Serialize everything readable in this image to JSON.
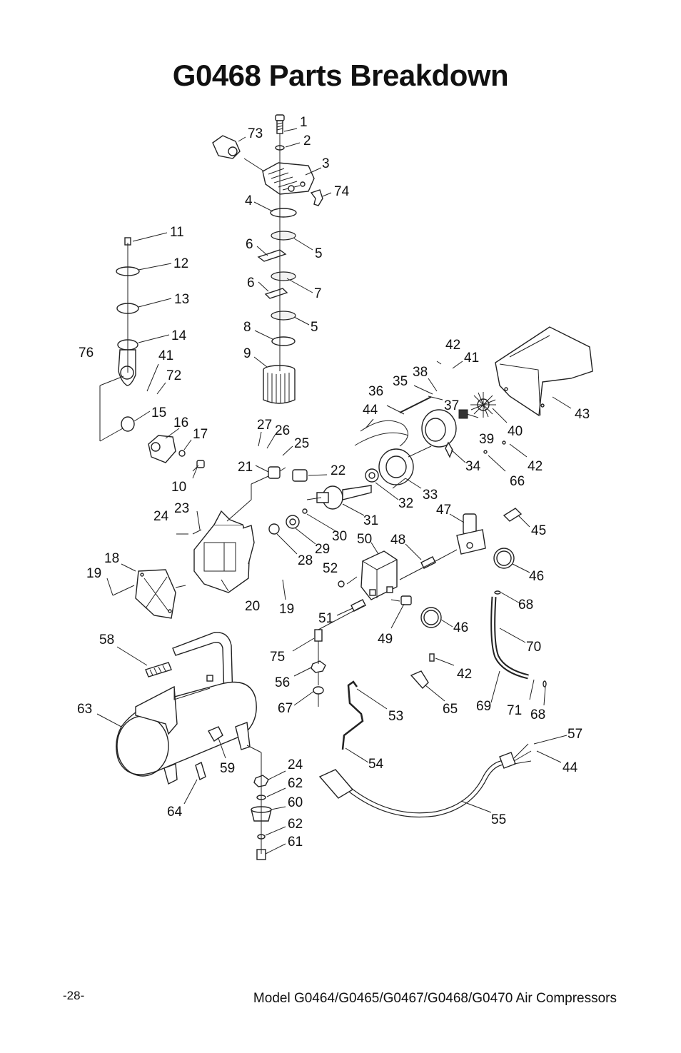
{
  "title": "G0468 Parts Breakdown",
  "page_number": "-28-",
  "footer_model": "Model G0464/G0465/G0467/G0468/G0470 Air Compressors",
  "part_labels": {
    "p1": "1",
    "p2": "2",
    "p3": "3",
    "p4": "4",
    "p5a": "5",
    "p5b": "5",
    "p6a": "6",
    "p6b": "6",
    "p7": "7",
    "p8": "8",
    "p9": "9",
    "p10": "10",
    "p11": "11",
    "p12": "12",
    "p13": "13",
    "p14": "14",
    "p15": "15",
    "p16": "16",
    "p17": "17",
    "p18": "18",
    "p19a": "19",
    "p19b": "19",
    "p20": "20",
    "p21": "21",
    "p22": "22",
    "p23": "23",
    "p24a": "24",
    "p24b": "24",
    "p25": "25",
    "p26": "26",
    "p27": "27",
    "p28": "28",
    "p29": "29",
    "p30": "30",
    "p31": "31",
    "p32": "32",
    "p33": "33",
    "p34": "34",
    "p35": "35",
    "p36": "36",
    "p37": "37",
    "p38": "38",
    "p39": "39",
    "p40": "40",
    "p41a": "41",
    "p41b": "41",
    "p42a": "42",
    "p42b": "42",
    "p42c": "42",
    "p43": "43",
    "p44a": "44",
    "p44b": "44",
    "p45": "45",
    "p46a": "46",
    "p46b": "46",
    "p47": "47",
    "p48": "48",
    "p49": "49",
    "p50": "50",
    "p51": "51",
    "p52": "52",
    "p53": "53",
    "p54": "54",
    "p55": "55",
    "p56": "56",
    "p57": "57",
    "p58": "58",
    "p59": "59",
    "p60": "60",
    "p61": "61",
    "p62a": "62",
    "p62b": "62",
    "p63": "63",
    "p64": "64",
    "p65": "65",
    "p66": "66",
    "p67": "67",
    "p68a": "68",
    "p68b": "68",
    "p69": "69",
    "p70": "70",
    "p71": "71",
    "p72": "72",
    "p73": "73",
    "p74": "74",
    "p75": "75",
    "p76": "76"
  }
}
